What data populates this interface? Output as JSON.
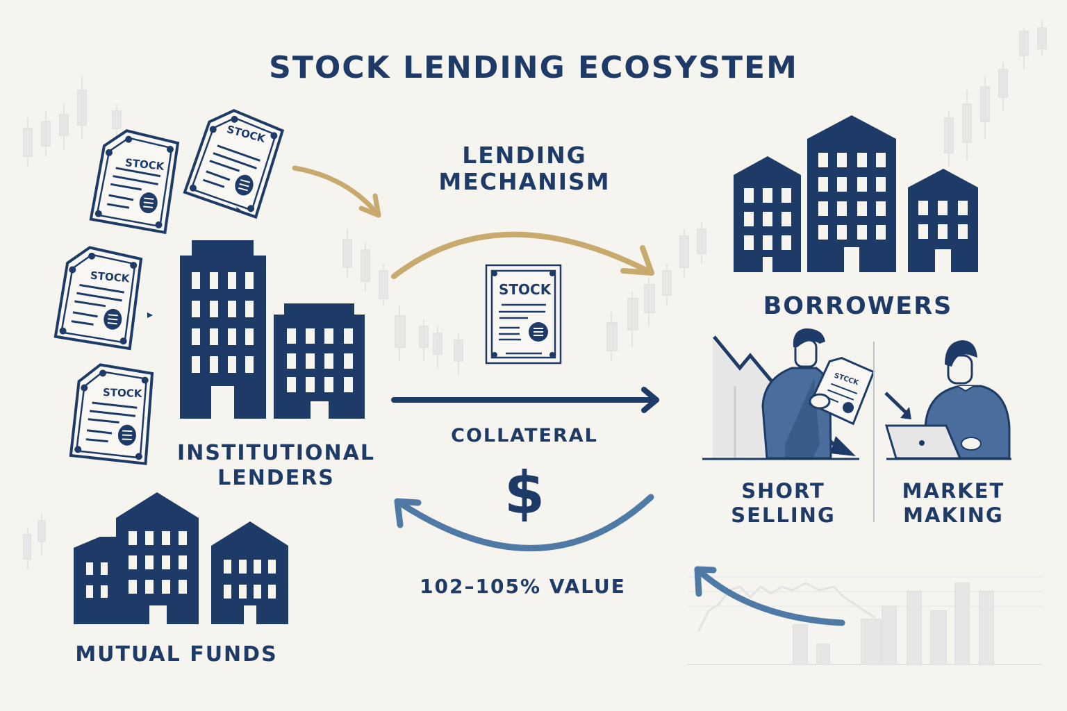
{
  "title": "STOCK LENDING ECOSYSTEM",
  "colors": {
    "background": "#f6f4ef",
    "navy": "#1d3b66",
    "gold_arrow": "#c8aa6e",
    "steel_blue_arrow": "#4f7aa6",
    "faint_chart": "#e3e3e3"
  },
  "lenders": {
    "institutional_label_line1": "INSTITUTIONAL",
    "institutional_label_line2": "LENDERS",
    "mutual_funds_label": "MUTUAL FUNDS",
    "certificate_label": "STOCK"
  },
  "lending_mechanism": {
    "label_line1": "LENDING",
    "label_line2": "MECHANISM",
    "certificate_label": "STOCK"
  },
  "collateral": {
    "label": "COLLATERAL",
    "symbol": "$",
    "value_label": "102–105% VALUE"
  },
  "borrowers": {
    "label": "BORROWERS",
    "short_selling_line1": "SHORT",
    "short_selling_line2": "SELLING",
    "market_making_line1": "MARKET",
    "market_making_line2": "MAKING",
    "held_certificate_label": "STCCK"
  }
}
